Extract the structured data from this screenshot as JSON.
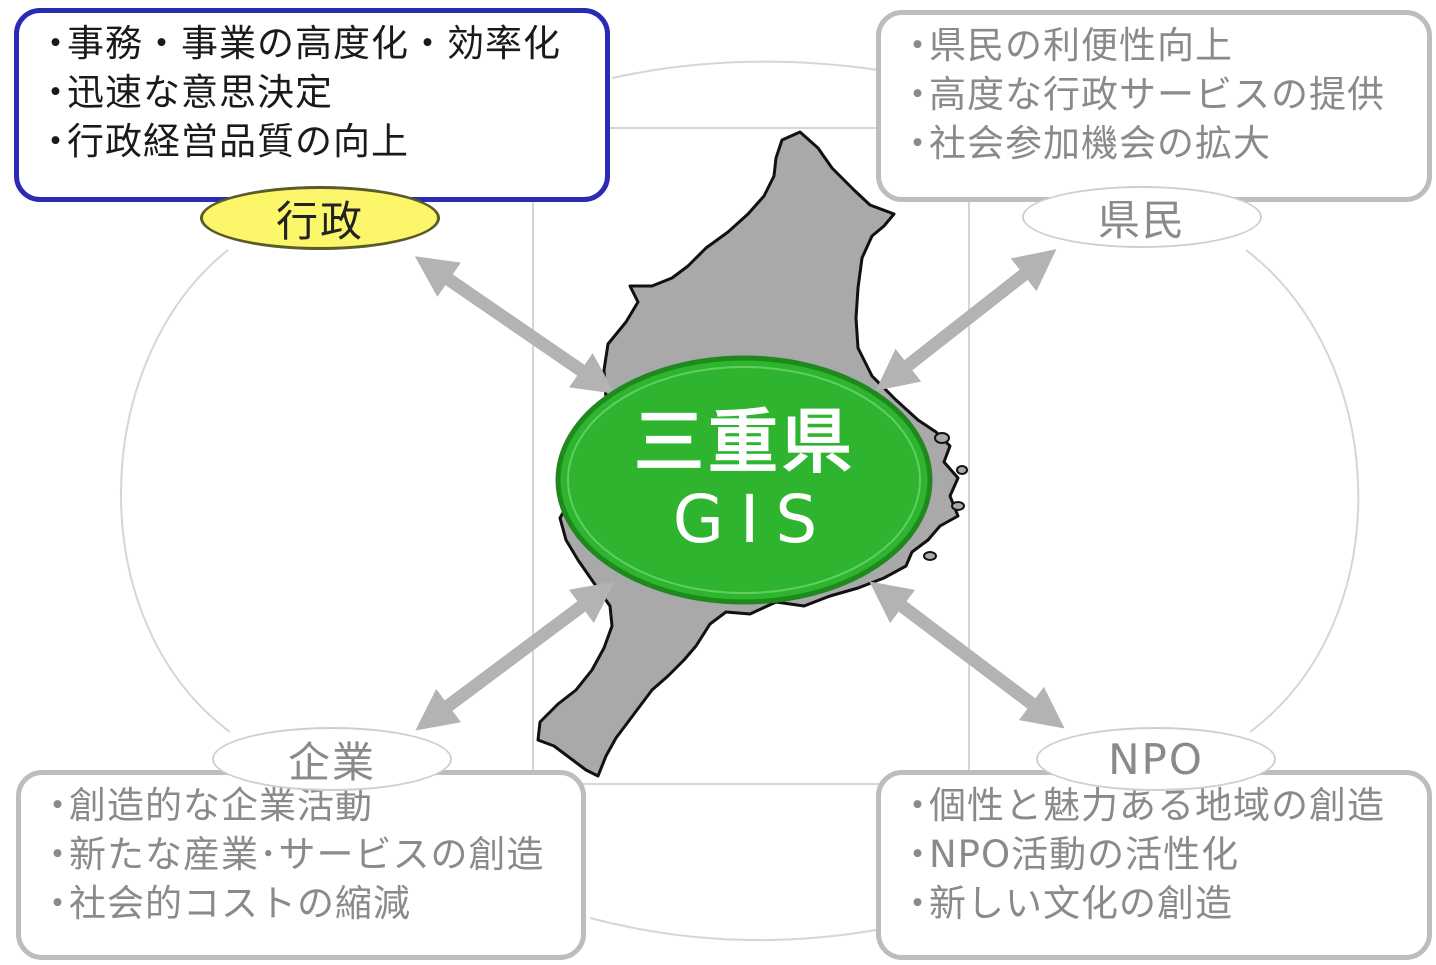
{
  "center": {
    "line1": "三重県",
    "line2": "GIS"
  },
  "nodes": {
    "admin": {
      "label": "行政",
      "items": [
        "事務・事業の高度化・効率化",
        "迅速な意思決定",
        "行政経営品質の向上"
      ]
    },
    "citizens": {
      "label": "県民",
      "items": [
        "県民の利便性向上",
        "高度な行政サービスの提供",
        "社会参加機会の拡大"
      ]
    },
    "corporations": {
      "label": "企業",
      "items": [
        "創造的な企業活動",
        "新たな産業･サービスの創造",
        "社会的コストの縮減"
      ]
    },
    "npo": {
      "label": "NPO",
      "items": [
        "個性と魅力ある地域の創造",
        "NPO活動の活性化",
        "新しい文化の創造"
      ]
    }
  },
  "colors": {
    "admin_border": "#2a2ab4",
    "admin_label_fill": "#fbf66a",
    "inactive_border": "#bdbdbd",
    "center_fill": "#2fb42f",
    "arrow": "#b3b3b3",
    "map_fill": "#a9a9a9"
  }
}
